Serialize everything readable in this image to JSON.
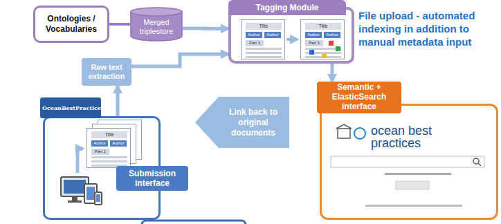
{
  "diagram": {
    "nodes": [
      {
        "text": [
          "Ontologies / Vocabularies"
        ]
      },
      {
        "text": [
          "Merged triplestore"
        ]
      },
      {
        "text": [
          "Tagging Module"
        ]
      },
      {
        "text": [
          "Raw text extraction"
        ]
      },
      {
        "text": [
          "Semantic + ElasticSearch interface"
        ]
      },
      {
        "text": [
          "Link back to original documents"
        ]
      },
      {
        "text": [
          "OceanBestPractices"
        ]
      },
      {
        "text": [
          "Submission interface"
        ]
      }
    ],
    "edges": [
      {
        "from": 0,
        "to": 1,
        "arrow": "none"
      },
      {
        "from": 1,
        "to": 2,
        "arrow": "to"
      },
      {
        "from": 3,
        "to": 2,
        "arrow": "to"
      },
      {
        "from": 6,
        "to": 3,
        "arrow": "to"
      },
      {
        "from": 2,
        "to": 4,
        "arrow": "to"
      }
    ],
    "labels": [
      "File upload - automated indexing in addition to manual metadata input",
      "Title",
      "Author",
      "Author",
      "Part 1",
      "Title",
      "Author",
      "Author",
      "Part 1",
      "Title",
      "Author",
      "Author",
      "Part 1",
      "ocean best practices"
    ]
  }
}
